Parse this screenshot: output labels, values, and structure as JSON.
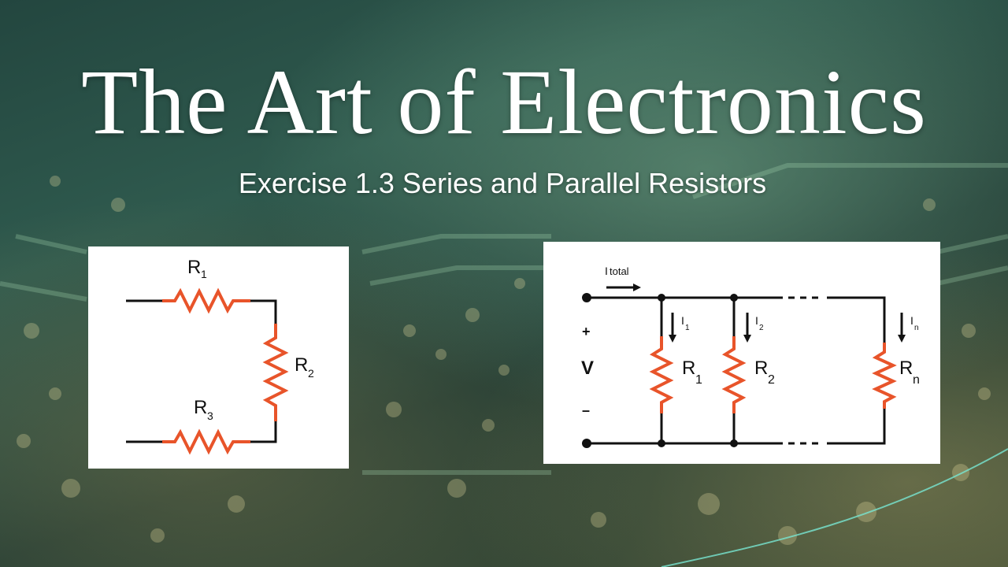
{
  "slide": {
    "title": "The Art of Electronics",
    "subtitle": "Exercise 1.3 Series and Parallel Resistors"
  },
  "series_circuit": {
    "r1_main": "R",
    "r1_sub": "1",
    "r2_main": "R",
    "r2_sub": "2",
    "r3_main": "R",
    "r3_sub": "3"
  },
  "parallel_circuit": {
    "itotal_main": "I",
    "itotal_sub": "total",
    "plus": "+",
    "source": "V",
    "minus": "–",
    "i1_main": "I",
    "i1_sub": "1",
    "i2_main": "I",
    "i2_sub": "2",
    "in_main": "I",
    "in_sub": "n",
    "r1_main": "R",
    "r1_sub": "1",
    "r2_main": "R",
    "r2_sub": "2",
    "rn_main": "R",
    "rn_sub": "n"
  },
  "colors": {
    "resistor": "#e8542a",
    "wire": "#111111",
    "panel": "#ffffff",
    "title_text": "#ffffff"
  }
}
